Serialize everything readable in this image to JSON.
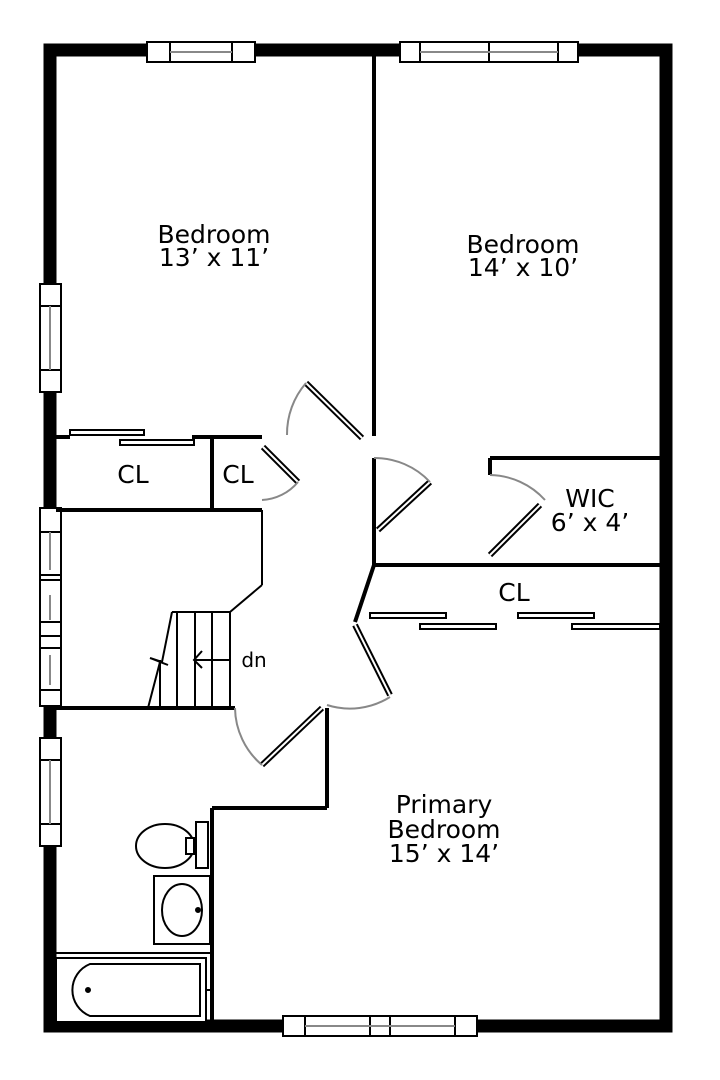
{
  "rooms": [
    {
      "name": "Bedroom",
      "size": "13’ x 11’"
    },
    {
      "name": "Bedroom",
      "size": "14’ x 10’"
    },
    {
      "name": "WIC",
      "size": "6’ x 4’"
    },
    {
      "name": "Primary Bedroom",
      "line1": "Primary",
      "line2": "Bedroom",
      "size": "15’ x 14’"
    }
  ],
  "closets": [
    "CL",
    "CL",
    "CL"
  ],
  "stairs_label": "dn"
}
